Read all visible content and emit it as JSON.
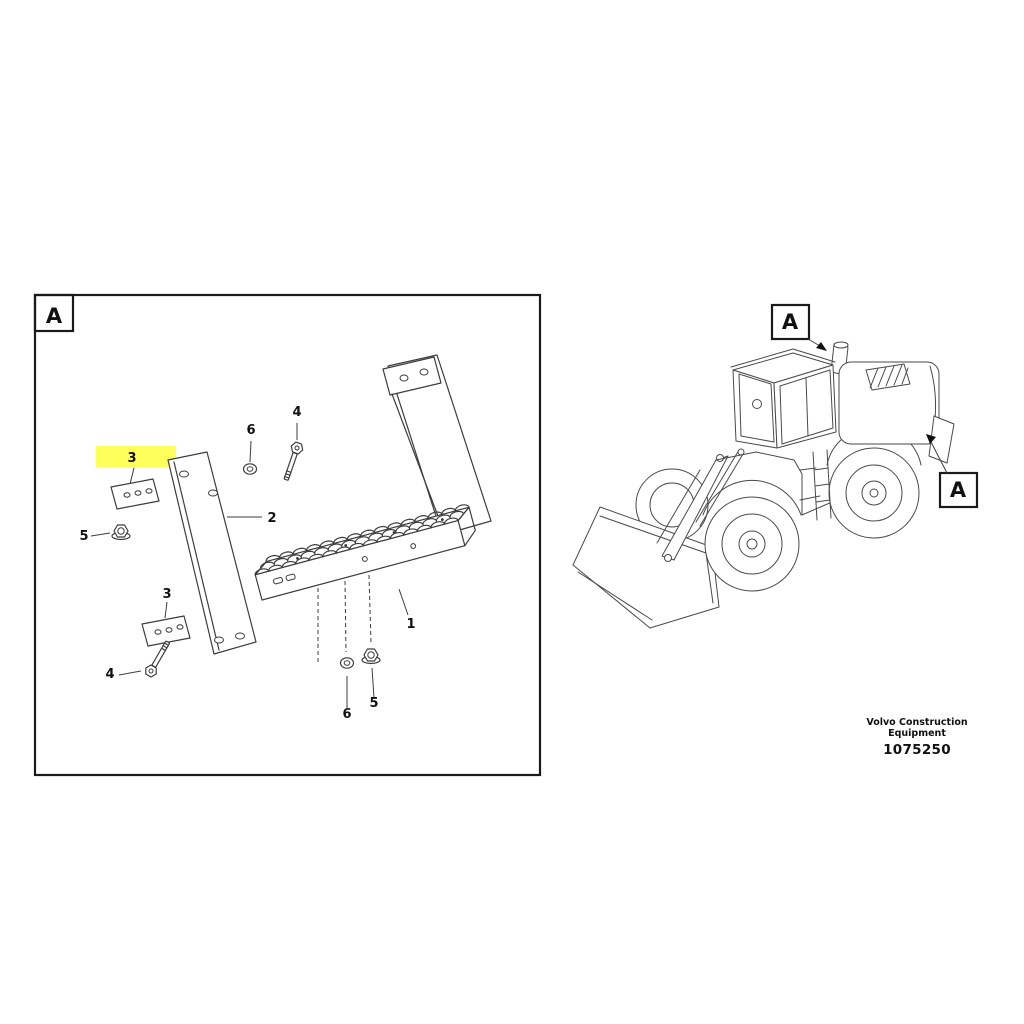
{
  "diagram": {
    "detail_label": "A",
    "highlight_color": "#ffff5c",
    "callouts": {
      "c1": "1",
      "c2": "2",
      "c3": "3",
      "c4": "4",
      "c5": "5",
      "c6": "6"
    }
  },
  "vehicle_view": {
    "ref_label_top": "A",
    "ref_label_right": "A"
  },
  "footer": {
    "company_line1": "Volvo Construction",
    "company_line2": "Equipment",
    "part_number": "1075250"
  }
}
